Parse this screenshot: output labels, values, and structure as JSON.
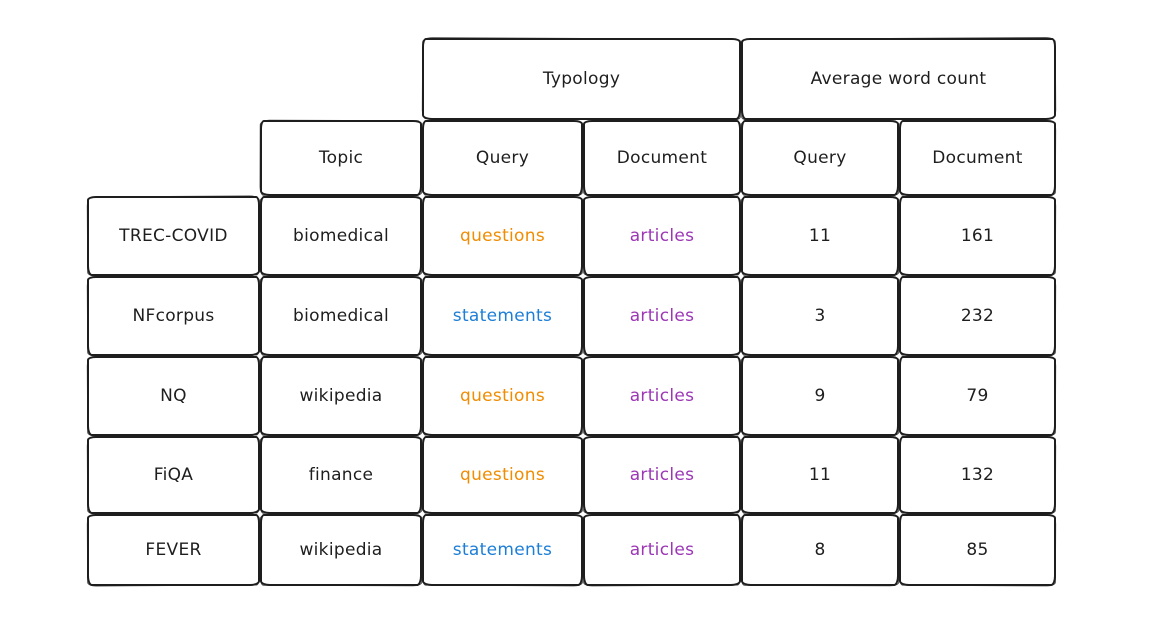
{
  "chart_data": {
    "type": "table",
    "title": "",
    "group_headers": [
      {
        "label": "Typology",
        "columns": [
          "Query",
          "Document"
        ]
      },
      {
        "label": "Average word count",
        "columns": [
          "Query",
          "Document"
        ]
      }
    ],
    "sub_headers": [
      "Topic",
      "Query",
      "Document",
      "Query",
      "Document"
    ],
    "rows": [
      {
        "name": "TREC-COVID",
        "topic": "biomedical",
        "query_typology": "questions",
        "document_typology": "articles",
        "avg_query_words": 11,
        "avg_document_words": 161
      },
      {
        "name": "NFcorpus",
        "topic": "biomedical",
        "query_typology": "statements",
        "document_typology": "articles",
        "avg_query_words": 3,
        "avg_document_words": 232
      },
      {
        "name": "NQ",
        "topic": "wikipedia",
        "query_typology": "questions",
        "document_typology": "articles",
        "avg_query_words": 9,
        "avg_document_words": 79
      },
      {
        "name": "FiQA",
        "topic": "finance",
        "query_typology": "questions",
        "document_typology": "articles",
        "avg_query_words": 11,
        "avg_document_words": 132
      },
      {
        "name": "FEVER",
        "topic": "wikipedia",
        "query_typology": "statements",
        "document_typology": "articles",
        "avg_query_words": 8,
        "avg_document_words": 85
      }
    ]
  },
  "colors": {
    "ink": "#1e1e1e",
    "background": "#ffffff",
    "questions": "#f08c00",
    "statements": "#1c7ed6",
    "articles": "#9c36b5"
  }
}
